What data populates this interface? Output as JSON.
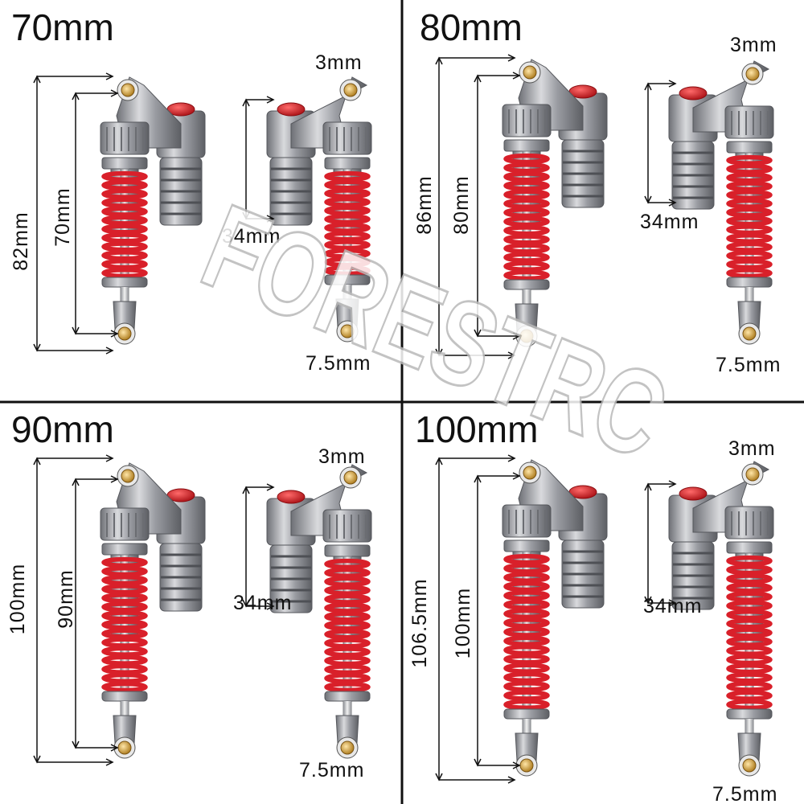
{
  "watermark": "FORESTRC",
  "colors": {
    "spring": "#d9202a",
    "body": "#9a9ca2",
    "brass": "#c99a3a",
    "cap": "#d51e24",
    "divider": "#111111"
  },
  "panels": [
    {
      "title": "70mm",
      "overall": "82mm",
      "eye": "70mm",
      "reservoir": "34mm",
      "top_hole": "3mm",
      "bottom_hole": "7.5mm"
    },
    {
      "title": "80mm",
      "overall": "86mm",
      "eye": "80mm",
      "reservoir": "34mm",
      "top_hole": "3mm",
      "bottom_hole": "7.5mm"
    },
    {
      "title": "90mm",
      "overall": "100mm",
      "eye": "90mm",
      "reservoir": "34mm",
      "top_hole": "3mm",
      "bottom_hole": "7.5mm"
    },
    {
      "title": "100mm",
      "overall": "106.5mm",
      "eye": "100mm",
      "reservoir": "34mm",
      "top_hole": "3mm",
      "bottom_hole": "7.5mm"
    }
  ]
}
